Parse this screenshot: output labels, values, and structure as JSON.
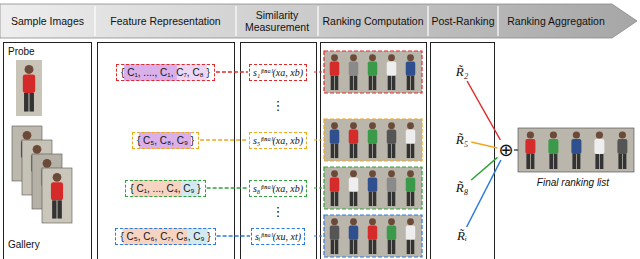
{
  "diagram": {
    "nodes": [
      {
        "text": [
          "{ C₁, ...., C₁, C₇, C₈ }"
        ]
      },
      {
        "text": [
          "{ C₅, C₈, C₉ }"
        ]
      },
      {
        "text": [
          "{ C₁, ..., C₄, C₉ }"
        ]
      },
      {
        "text": [
          "{ C₅, C₆, C₇, C₈, C₉ }"
        ]
      },
      {
        "text": [
          "s₁ᶠⁱⁿᵃˡ(xa, xb)"
        ]
      },
      {
        "text": [
          "s₅ᶠⁱⁿᵃˡ(xa, xb)"
        ]
      },
      {
        "text": [
          "s₈ᶠⁱⁿᵃˡ(xa, xb)"
        ]
      },
      {
        "text": [
          "sᵢᶠⁱⁿᵃˡ(xu, xt)"
        ]
      },
      {
        "text": [
          "R̃₂"
        ]
      },
      {
        "text": [
          "R̃₅"
        ]
      },
      {
        "text": [
          "R̃₈"
        ]
      },
      {
        "text": [
          "R̃ᵢ"
        ]
      },
      {
        "text": [
          "⊕"
        ]
      }
    ],
    "edges": [
      {
        "from": 0,
        "to": 4,
        "arrow": "none"
      },
      {
        "from": 1,
        "to": 5,
        "arrow": "none"
      },
      {
        "from": 2,
        "to": 6,
        "arrow": "none"
      },
      {
        "from": 3,
        "to": 7,
        "arrow": "none"
      },
      {
        "from": 8,
        "to": 12,
        "arrow": "none"
      },
      {
        "from": 9,
        "to": 12,
        "arrow": "none"
      },
      {
        "from": 10,
        "to": 12,
        "arrow": "none"
      },
      {
        "from": 11,
        "to": 12,
        "arrow": "none"
      }
    ],
    "labels": [
      "Sample Images",
      "Feature Representation",
      "Similarity Measurement",
      "Ranking Computation",
      "Post-Ranking",
      "Ranking Aggregation",
      "Probe",
      "Gallery",
      "⋮",
      "⋮",
      "Final ranking list"
    ]
  }
}
